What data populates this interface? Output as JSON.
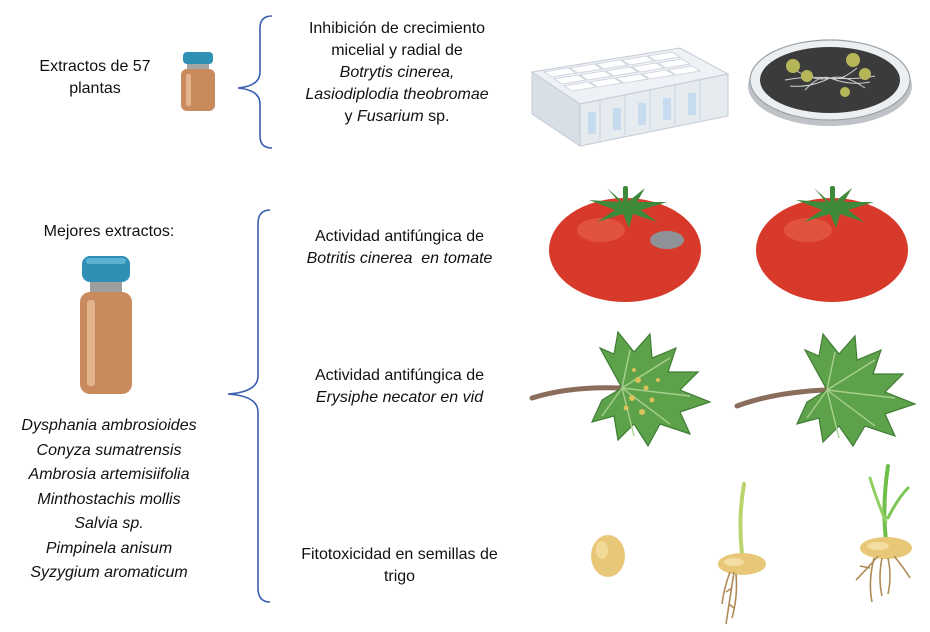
{
  "section_top": {
    "source_label_line1": "Extractos de 57",
    "source_label_line2": "plantas",
    "assay": {
      "line1": "Inhibición de crecimiento",
      "line2": "micelial y radial de",
      "line3_italic": "Botrytis cinerea,",
      "line4_italic": "Lasiodiplodia theobromae",
      "line5_pre": "y ",
      "line5_italic": "Fusarium",
      "line5_post": " sp."
    }
  },
  "section_bottom": {
    "title": "Mejores extractos:",
    "species": [
      "Dysphania ambrosioides",
      "Conyza sumatrensis",
      "Ambrosia artemisiifolia",
      "Minthostachis mollis",
      "Salvia sp.",
      "Pimpinela anisum",
      "Syzygium aromaticum"
    ],
    "assays": [
      {
        "line1": "Actividad antifúngica de",
        "line2_italic": "Botritis cinerea  en tomate"
      },
      {
        "line1": "Actividad antifúngica de",
        "line2_italic": "Erysiphe necator en vid"
      },
      {
        "line1": "Fitotoxicidad en semillas de",
        "line2": "trigo"
      }
    ]
  },
  "colors": {
    "brace": "#3b5fb0",
    "vial_cap": "#2f8fb4",
    "vial_glass": "#c98b5e",
    "tomato": "#d73a2a",
    "leaf": "#5ea14b",
    "stem": "#8a6d5b",
    "seed": "#e8c878"
  },
  "icons": [
    "vial-icon",
    "well-plate-icon",
    "petri-dish-icon",
    "tomato-icon",
    "grape-leaf-icon",
    "seed-icon",
    "seedling-icon"
  ]
}
